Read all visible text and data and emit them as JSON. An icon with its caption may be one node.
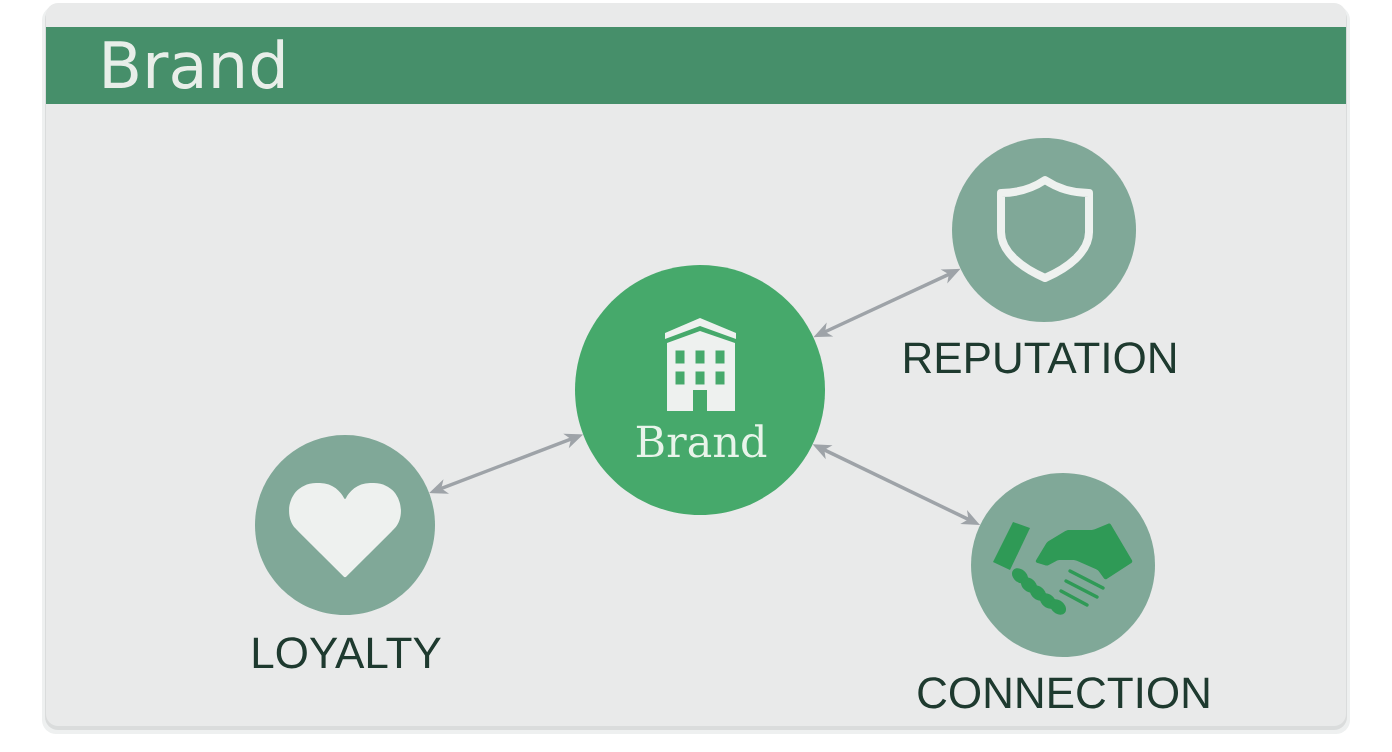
{
  "diagram": {
    "title": "Brand",
    "nodes": [
      {
        "text": [
          "Brand"
        ]
      },
      {
        "text": [
          "REPUTATION"
        ]
      },
      {
        "text": [
          "LOYALTY"
        ]
      },
      {
        "text": [
          "CONNECTION"
        ]
      }
    ],
    "edges": [
      {
        "from": 0,
        "to": 1,
        "arrow": "both"
      },
      {
        "from": 0,
        "to": 2,
        "arrow": "both"
      },
      {
        "from": 0,
        "to": 3,
        "arrow": "both"
      }
    ]
  }
}
